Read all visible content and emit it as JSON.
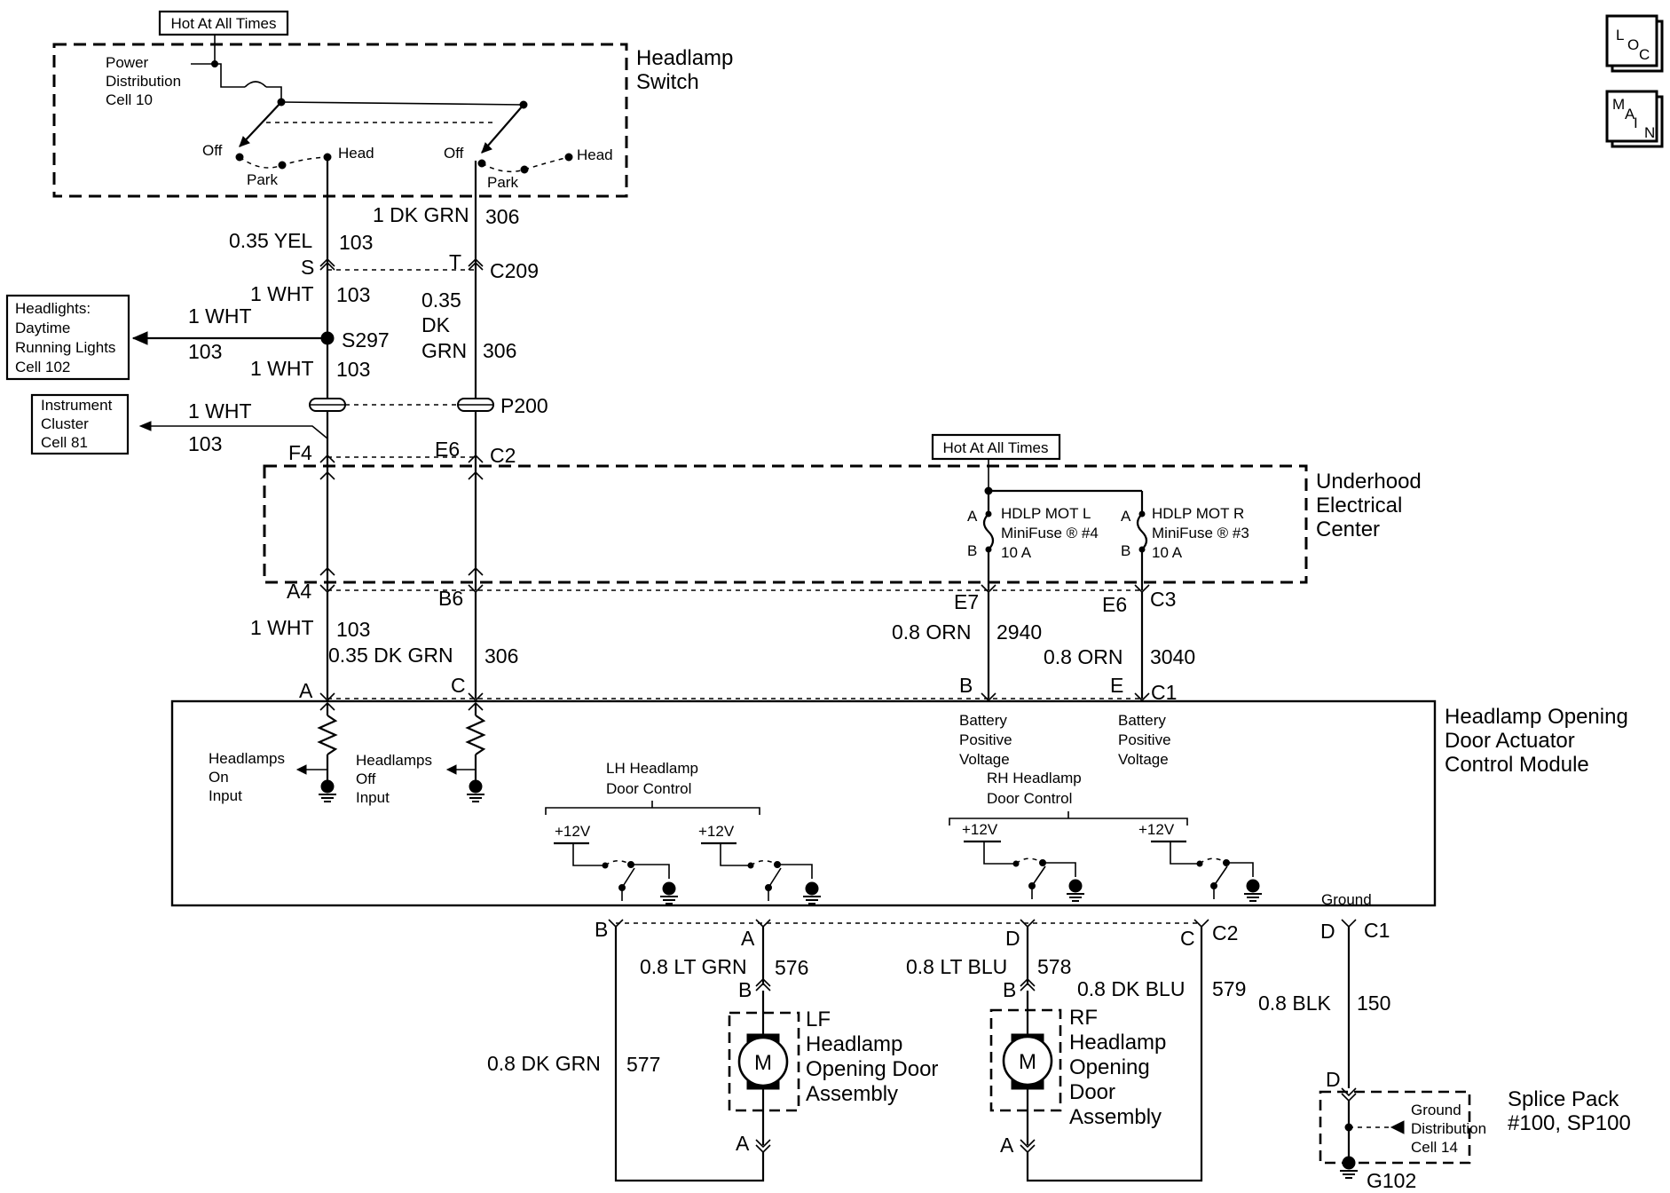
{
  "nav": {
    "loc": [
      "L",
      "O",
      "C"
    ],
    "main": [
      "M",
      "A",
      "I",
      "N"
    ]
  },
  "headlamp_switch": {
    "title": [
      "Headlamp",
      "Switch"
    ],
    "hot_label": "Hot At All Times",
    "power_label": [
      "Power",
      "Distribution",
      "Cell 10"
    ],
    "off_left": "Off",
    "park_left": "Park",
    "head_left": "Head",
    "off_right": "Off",
    "park_right": "Park",
    "head_right": "Head"
  },
  "upper_wires": {
    "w306_top": [
      "1 DK GRN",
      "306"
    ],
    "yel_103": [
      "0.35 YEL",
      "103"
    ],
    "conn_s": "S",
    "conn_t": "T",
    "c209": "C209",
    "wht_103_a": [
      "1 WHT",
      "103"
    ],
    "dk_grn_306": [
      "0.35",
      "DK",
      "GRN",
      "306"
    ],
    "s297": "S297",
    "headlights_branch": [
      "1 WHT",
      "103"
    ],
    "wht_103_b": [
      "1 WHT",
      "103"
    ],
    "p200": "P200",
    "cluster_branch": [
      "1 WHT",
      "103"
    ]
  },
  "ref_boxes": {
    "headlights": [
      "Headlights:",
      "Daytime",
      "Running Lights",
      "Cell 102"
    ],
    "cluster": [
      "Instrument",
      "Cluster",
      "Cell 81"
    ]
  },
  "uec": {
    "title": [
      "Underhood",
      "Electrical",
      "Center"
    ],
    "hot_label": "Hot At All Times",
    "f4": "F4",
    "e6_top": "E6",
    "c2": "C2",
    "a4": "A4",
    "b6": "B6",
    "e7": "E7",
    "e6_bottom": "E6",
    "c3": "C3",
    "fuse_left": [
      "HDLP MOT L",
      "MiniFuse ® #4",
      "10 A"
    ],
    "fuse_right": [
      "HDLP MOT R",
      "MiniFuse ® #3",
      "10 A"
    ],
    "pin_a": "A",
    "pin_b": "B"
  },
  "mid_wires": {
    "wht_103": [
      "1 WHT",
      "103"
    ],
    "dk_grn_306": [
      "0.35 DK GRN",
      "306"
    ],
    "orn_2940": [
      "0.8 ORN",
      "2940"
    ],
    "orn_3040": [
      "0.8 ORN",
      "3040"
    ]
  },
  "module": {
    "title": [
      "Headlamp Opening",
      "Door Actuator",
      "Control Module"
    ],
    "pin_a": "A",
    "pin_c": "C",
    "pin_b": "B",
    "pin_e": "E",
    "c1": "C1",
    "on_input": [
      "Headlamps",
      "On",
      "Input"
    ],
    "off_input": [
      "Headlamps",
      "Off",
      "Input"
    ],
    "batt_left": [
      "Battery",
      "Positive",
      "Voltage"
    ],
    "batt_right": [
      "Battery",
      "Positive",
      "Voltage"
    ],
    "lh_control": [
      "LH Headlamp",
      "Door Control"
    ],
    "rh_control": [
      "RH Headlamp",
      "Door Control"
    ],
    "v12": "+12V",
    "ground": "Ground",
    "out_b": "B",
    "out_a": "A",
    "out_d": "D",
    "out_c": "C",
    "out_c2": "C2",
    "out_d_gnd": "D",
    "out_c1": "C1"
  },
  "lower_wires": {
    "lt_grn_576": [
      "0.8 LT GRN",
      "576"
    ],
    "lt_blu_578": [
      "0.8 LT BLU",
      "578"
    ],
    "dk_blu_579": [
      "0.8 DK BLU",
      "579"
    ],
    "blk_150": [
      "0.8 BLK",
      "150"
    ],
    "dk_grn_577": [
      "0.8 DK GRN",
      "577"
    ]
  },
  "lf_motor": {
    "label": [
      "LF",
      "Headlamp",
      "Opening Door",
      "Assembly"
    ],
    "pin_b": "B",
    "pin_a": "A",
    "m": "M"
  },
  "rf_motor": {
    "label": [
      "RF",
      "Headlamp",
      "Opening",
      "Door",
      "Assembly"
    ],
    "pin_b": "B",
    "pin_a": "A",
    "m": "M"
  },
  "splice": {
    "title": [
      "Splice Pack",
      "#100, SP100"
    ],
    "pin_d": "D",
    "gnd_dist": [
      "Ground",
      "Distribution",
      "Cell 14"
    ],
    "g102": "G102"
  }
}
